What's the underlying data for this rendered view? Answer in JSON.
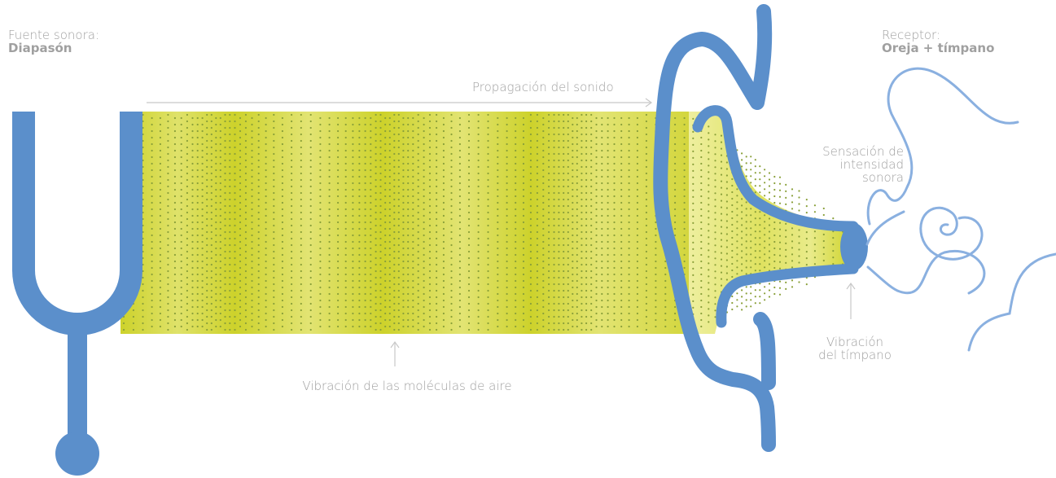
{
  "colors": {
    "blue": "#5b8fcb",
    "light_blue": "#8ab0e0",
    "yellow_dark": "#cdd22b",
    "yellow_light": "#e0e36c",
    "dots": "#8aa03a",
    "label_grey": "#a0a0a0",
    "arrow_grey": "#c8c8c8"
  },
  "source": {
    "title": "Fuente sonora:",
    "name": "Diapasón"
  },
  "receiver": {
    "title": "Receptor:",
    "name": "Oreja + tímpano"
  },
  "labels": {
    "propagation": "Propagación del sonido",
    "air_vibration": "Vibración de las moléculas de aire",
    "intensity_sensation": "Sensación de intensidad sonora",
    "intensity_line1": "Sensación de",
    "intensity_line2": "intensidad",
    "intensity_line3": "sonora",
    "eardrum_line1": "Vibración",
    "eardrum_line2": "del tímpano"
  }
}
